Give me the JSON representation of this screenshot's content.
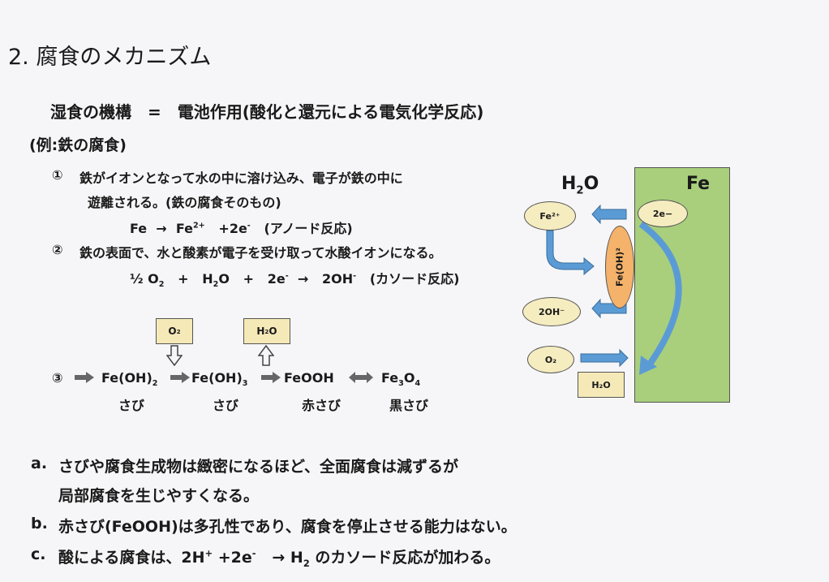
{
  "title": "2. 腐食のメカニズム",
  "heading": "湿食の機構　=　電池作用(酸化と還元による電気化学反応)",
  "example": "(例:鉄の腐食)",
  "step1": {
    "num": "①",
    "line1": "鉄がイオンとなって水の中に溶け込み、電子が鉄の中に",
    "line2": "遊離される。(鉄の腐食そのもの)",
    "eq_fe": "Fe",
    "eq_arrow": "→",
    "eq_fe2": "Fe",
    "eq_fe2_sup": "2+",
    "eq_e": "+2e",
    "eq_e_sup": "-",
    "eq_note": "(アノード反応)"
  },
  "step2": {
    "num": "②",
    "line1": "鉄の表面で、水と酸素が電子を受け取って水酸イオンになる。",
    "eq_half": "½ O",
    "eq_half_sub": "2",
    "eq_plus1": "+",
    "eq_h2o": "H",
    "eq_h2o_sub": "2",
    "eq_h2o_o": "O",
    "eq_plus2": "+",
    "eq_2e": "2e",
    "eq_2e_sup": "-",
    "eq_arrow": "→",
    "eq_oh": "2OH",
    "eq_oh_sup": "-",
    "eq_note": "(カソード反応)"
  },
  "step3": {
    "num": "③",
    "box_o2": "O",
    "box_o2_sub": "2",
    "box_h2o": "H",
    "box_h2o_sub": "2",
    "box_h2o_o": "O",
    "c1": "Fe(OH)",
    "c1_sub": "2",
    "c2": "Fe(OH)",
    "c2_sub": "3",
    "c3": "FeOOH",
    "c4": "Fe",
    "c4_sub1": "3",
    "c4_o": "O",
    "c4_sub2": "4",
    "l1": "さび",
    "l2": "さび",
    "l3": "赤さび",
    "l4": "黒さび"
  },
  "diagram": {
    "h2o": "H",
    "h2o_sub": "2",
    "h2o_o": "O",
    "fe": "Fe",
    "fe2": "Fe²⁺",
    "e2": "2e−",
    "feoh": "Fe(OH)²",
    "oh": "2OH⁻",
    "o2": "O₂",
    "h2o_box": "H₂O",
    "colors": {
      "fe_plate": "#a9cf7c",
      "ellipse": "#f5ecc0",
      "feoh": "#f4b26a",
      "arrow": "#5b9bd5",
      "box": "#f5e9b8"
    }
  },
  "notes": {
    "a_label": "a.",
    "a_line1": "さびや腐食生成物は緻密になるほど、全面腐食は減ずるが",
    "a_line2": "局部腐食を生じやすくなる。",
    "b_label": "b.",
    "b_line": "赤さび(FeOOH)は多孔性であり、腐食を停止させる能力はない。",
    "c_label": "c.",
    "c_text1": "酸による腐食は、2H",
    "c_sup1": "+",
    "c_text2": " +2e",
    "c_sup2": "-",
    "c_arrow": "→",
    "c_h": "H",
    "c_sub": "2",
    "c_text3": "のカソード反応が加わる。"
  }
}
